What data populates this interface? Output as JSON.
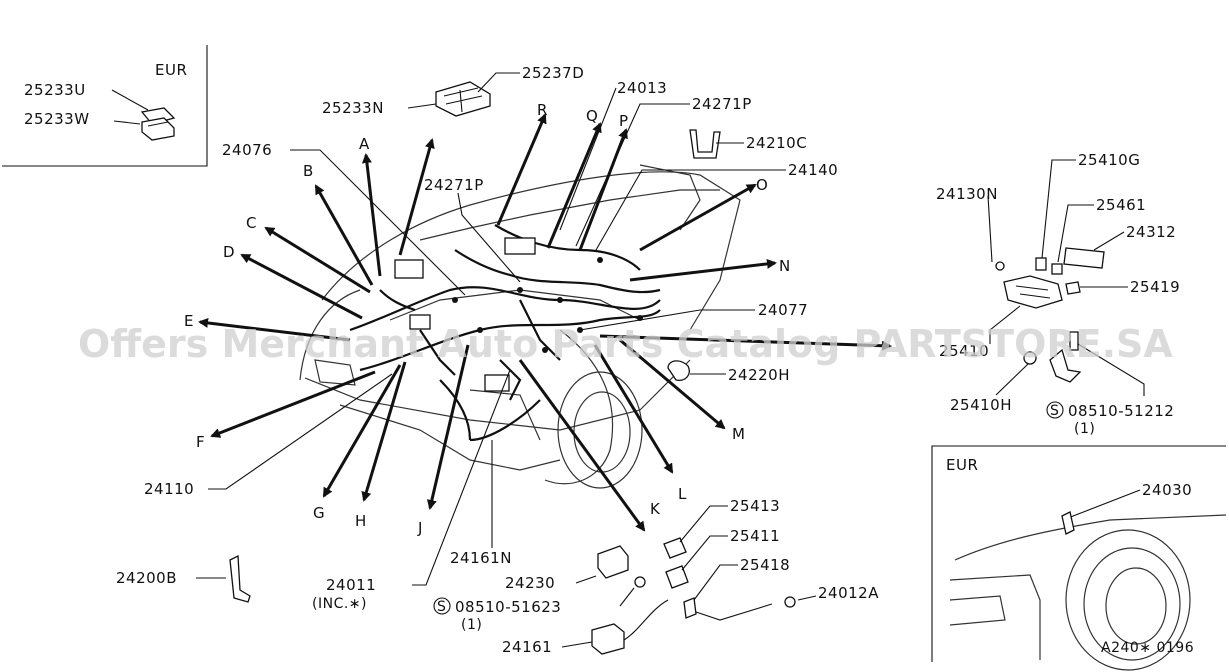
{
  "watermark": "Offers Merchant Auto Parts Catalog PARTSTORE.SA",
  "diagram_code": "A240∗ 0196",
  "inset_top_left": {
    "region": "EUR",
    "parts": [
      "25233U",
      "25233W"
    ]
  },
  "inset_bottom_right": {
    "region": "EUR",
    "parts": [
      "24030"
    ]
  },
  "direction_letters": [
    "A",
    "B",
    "C",
    "D",
    "E",
    "F",
    "G",
    "H",
    "J",
    "K",
    "L",
    "M",
    "N",
    "O",
    "P",
    "Q",
    "R"
  ],
  "labels": {
    "p25237D": "25237D",
    "p25233N": "25233N",
    "p24013": "24013",
    "p24271P_top": "24271P",
    "p24210C": "24210C",
    "p24076": "24076",
    "p24140": "24140",
    "p24271P_mid": "24271P",
    "p24077": "24077",
    "p24220H": "24220H",
    "p24110": "24110",
    "p24161N": "24161N",
    "p24011": "24011",
    "p24011_note": "(INC.∗)",
    "p24200B": "24200B",
    "p24230": "24230",
    "p08510_51623": "08510-51623",
    "p08510_51623_qty": "(1)",
    "p24161": "24161",
    "p25413": "25413",
    "p25411": "25411",
    "p25418": "25418",
    "p24012A": "24012A",
    "p25410G": "25410G",
    "p24130N": "24130N",
    "p25461": "25461",
    "p24312": "24312",
    "p25419": "25419",
    "p25410": "25410",
    "p25410H": "25410H",
    "p08510_51212": "08510-51212",
    "p08510_51212_qty": "(1)",
    "s_symbol": "S"
  }
}
